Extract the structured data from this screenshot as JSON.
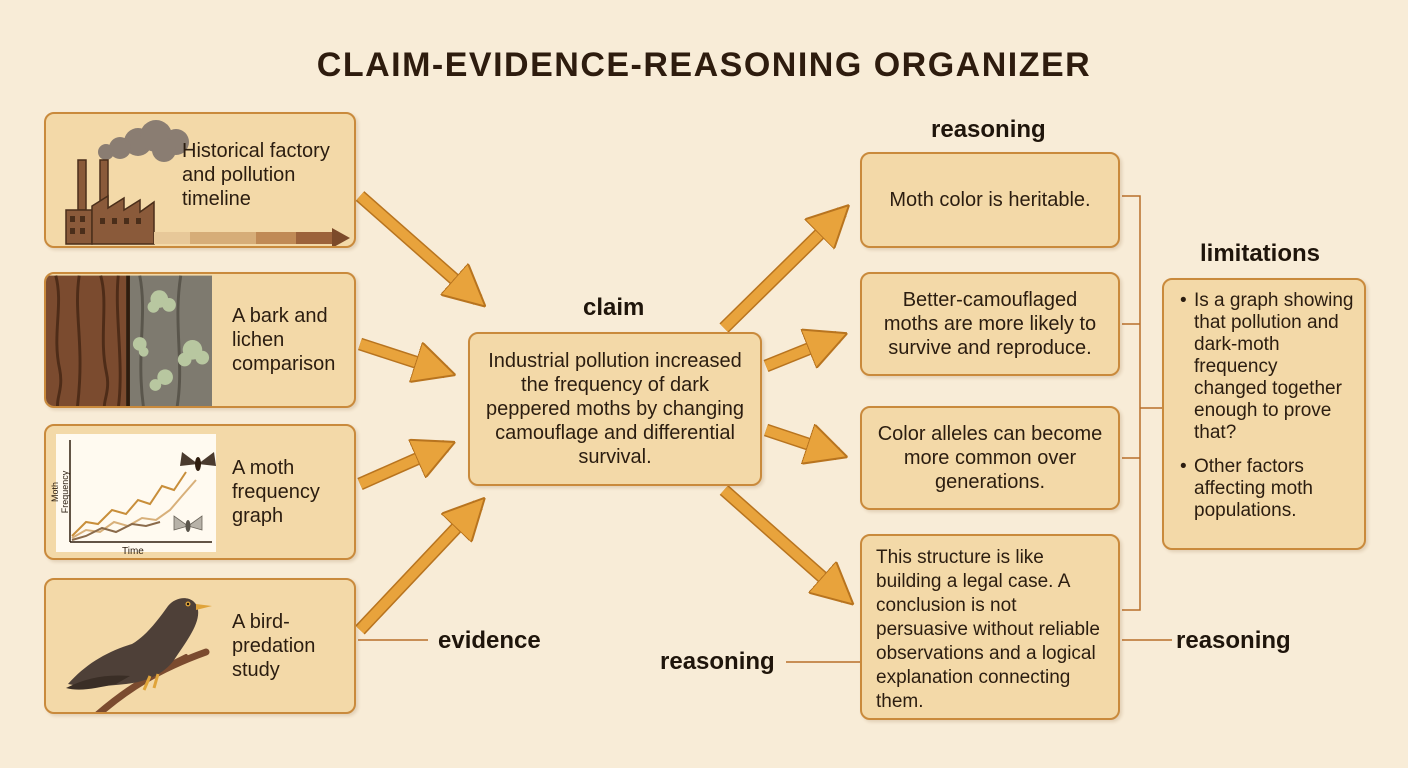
{
  "title": "CLAIM-EVIDENCE-REASONING ORGANIZER",
  "labels": {
    "claim": "claim",
    "evidence": "evidence",
    "reasoning_top": "reasoning",
    "reasoning_right": "reasoning",
    "reasoning_bottom": "reasoning",
    "limitations": "limitations"
  },
  "evidence": [
    {
      "text": "Historical factory and pollution timeline",
      "icon": "factory-icon"
    },
    {
      "text": "A bark and lichen comparison",
      "icon": "bark-lichen-icon"
    },
    {
      "text": "A moth frequency graph",
      "icon": "moth-graph-icon"
    },
    {
      "text": "A bird-predation study",
      "icon": "bird-icon"
    }
  ],
  "graph": {
    "ylabel": "Moth Frequency",
    "xlabel": "Time"
  },
  "claim": "Industrial pollution increased the frequency of dark peppered moths by changing camouflage and differential survival.",
  "reasoning": [
    "Moth color is heritable.",
    "Better-camouflaged moths are more likely to survive and reproduce.",
    "Color alleles can become more common over generations.",
    "This structure is like building a legal case. A conclusion is not persuasive without reliable observations and a logical explanation connecting them."
  ],
  "limitations": [
    "Is a graph showing that pollution and dark-moth frequency changed together enough to prove that?",
    "Other factors affecting moth populations."
  ],
  "colors": {
    "background": "#f8ecd7",
    "box_fill": "#f3d9a8",
    "box_border": "#c98a3c",
    "arrow": "#e8a33c",
    "arrow_outline": "#b8741f",
    "connector": "#b86e2a"
  }
}
